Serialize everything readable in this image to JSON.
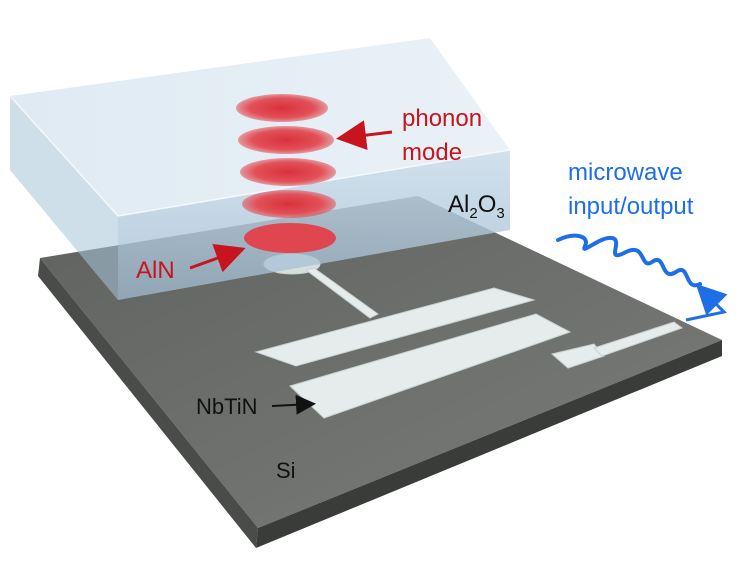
{
  "labels": {
    "phonon_line1": "phonon",
    "phonon_line2": "mode",
    "al2o3_main": "Al",
    "al2o3_sub": "2",
    "al2o3_o": "O",
    "al2o3_sub2": "3",
    "microwave_line1": "microwave",
    "microwave_line2": "input/output",
    "aln": "AlN",
    "nbtin": "NbTiN",
    "si": "Si"
  },
  "colors": {
    "red_label": "#c8141e",
    "blue_label": "#1e6fe6",
    "black_label": "#111111",
    "substrate_top": "#6e706e",
    "sapphire": "#b9d3e6",
    "phonon": "#e0444c",
    "metal": "#e4eaea"
  }
}
